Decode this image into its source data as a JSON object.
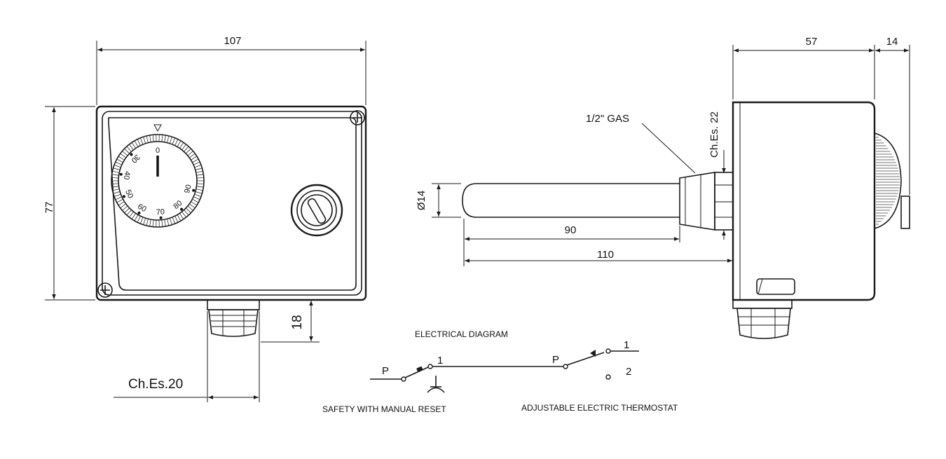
{
  "front_view": {
    "width_label": "107",
    "height_label": "77",
    "gland_height_label": "18",
    "gland_label": "Ch.Es.20",
    "dial_marks": [
      "0",
      "30",
      "40",
      "50",
      "60",
      "70",
      "80",
      "90"
    ]
  },
  "side_view": {
    "depth_label": "57",
    "knob_label": "14",
    "thread_label": "1/2\" GAS",
    "hex_label": "Ch.Es. 22",
    "probe_diameter_label": "Ø14",
    "probe_length_label": "90",
    "total_length_label": "110"
  },
  "electrical": {
    "title": "ELECTRICAL DIAGRAM",
    "safety_caption": "SAFETY WITH MANUAL RESET",
    "thermostat_caption": "ADJUSTABLE ELECTRIC THERMOSTAT",
    "safety_common": "P",
    "safety_output": "1",
    "thermo_common": "P",
    "thermo_out1": "1",
    "thermo_out2": "2"
  }
}
